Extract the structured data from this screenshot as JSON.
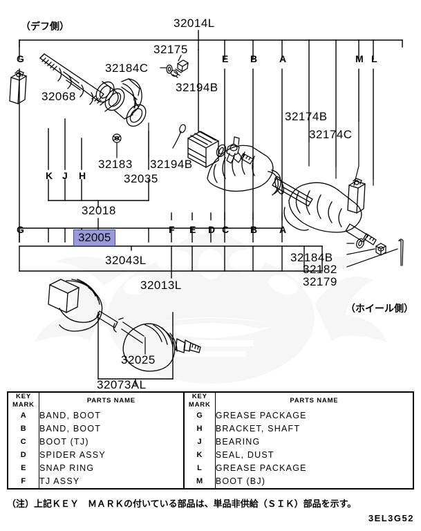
{
  "diagram": {
    "code": "3EL3G52",
    "side_left_label": "（デフ側）",
    "side_right_label": "（ホイール側）",
    "footnote": "（注）上記ＫＥＹ　ＭＡＲＫの付いている部品は、単品非供給（ＳＩＫ）部品を示す。",
    "highlight_color": "#9a9ad8",
    "highlight_border_color": "#4b4bb4"
  },
  "part_numbers": {
    "top_center": "32014L",
    "bolt": "32175",
    "washer_c": "32184C",
    "shaft": "32068",
    "circlip_194b_upper": "32194B",
    "nut_183": "32183",
    "circlip_194b_lower": "32194B",
    "assy_035": "32035",
    "assy_018": "32018",
    "assy_005": "32005",
    "assy_043l": "32043L",
    "assy_013l": "32013L",
    "boot_174b": "32174B",
    "boot_174c": "32174C",
    "washer_184b": "32184B",
    "nut_182": "32182",
    "pin_179": "32179",
    "joint_025": "32025",
    "assy_073al": "32073AL"
  },
  "key_marks": {
    "top_row": [
      "G",
      "E",
      "B",
      "A",
      "M",
      "L"
    ],
    "mid_row": [
      "K",
      "J",
      "H"
    ],
    "bottom_row": [
      "F",
      "E",
      "D",
      "C",
      "B",
      "A"
    ],
    "left_g_lower": "G"
  },
  "key_table": {
    "header_key": "KEY",
    "header_mark": "MARK",
    "header_parts": "PARTS NAME",
    "rows": [
      {
        "left_mark": "A",
        "left_name": "BAND, BOOT",
        "right_mark": "G",
        "right_name": "GREASE PACKAGE"
      },
      {
        "left_mark": "B",
        "left_name": "BAND, BOOT",
        "right_mark": "H",
        "right_name": "BRACKET, SHAFT"
      },
      {
        "left_mark": "C",
        "left_name": "BOOT (TJ)",
        "right_mark": "J",
        "right_name": "BEARING"
      },
      {
        "left_mark": "D",
        "left_name": "SPIDER ASSY",
        "right_mark": "K",
        "right_name": "SEAL, DUST"
      },
      {
        "left_mark": "E",
        "left_name": "SNAP RING",
        "right_mark": "L",
        "right_name": "GREASE PACKAGE"
      },
      {
        "left_mark": "F",
        "left_name": "TJ ASSY",
        "right_mark": "M",
        "right_name": "BOOT (BJ)"
      }
    ]
  }
}
